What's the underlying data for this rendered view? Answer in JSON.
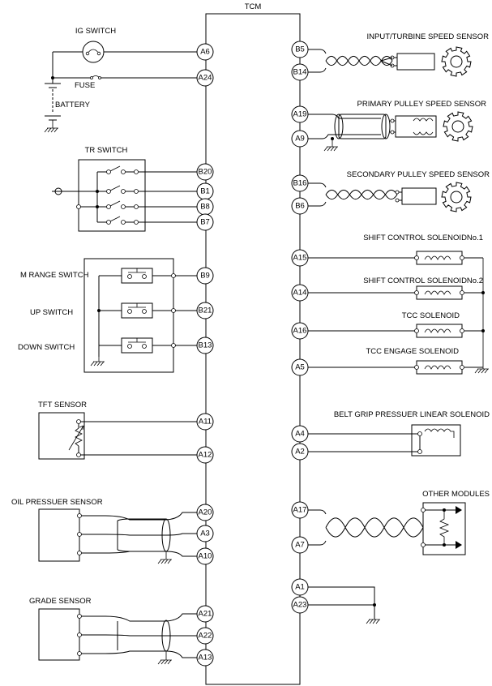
{
  "tcm": {
    "label": "TCM"
  },
  "left": {
    "ig_switch": "IG SWITCH",
    "fuse": "FUSE",
    "battery": "BATTERY",
    "tr_switch": "TR SWITCH",
    "m_range_switch": "M RANGE SWITCH",
    "up_switch": "UP SWITCH",
    "down_switch": "DOWN SWITCH",
    "tft_sensor": "TFT SENSOR",
    "oil_pressure_sensor": "OIL PRESSUER SENSOR",
    "grade_sensor": "GRADE SENSOR"
  },
  "right": {
    "input_turbine_sensor": "INPUT/TURBINE SPEED SENSOR",
    "primary_pulley_sensor": "PRIMARY PULLEY SPEED SENSOR",
    "secondary_pulley_sensor": "SECONDARY PULLEY SPEED SENSOR",
    "shift_solenoid_1": "SHIFT CONTROL SOLENOIDNo.1",
    "shift_solenoid_2": "SHIFT CONTROL SOLENOIDNo.2",
    "tcc_solenoid": "TCC SOLENOID",
    "tcc_engage_solenoid": "TCC ENGAGE SOLENOID",
    "belt_grip_solenoid": "BELT GRIP PRESSUER LINEAR SOLENOID",
    "other_modules": "OTHER MODULES"
  },
  "pins_left": [
    "A6",
    "A24",
    "B20",
    "B1",
    "B8",
    "B7",
    "B9",
    "B21",
    "B13",
    "A11",
    "A12",
    "A20",
    "A3",
    "A10",
    "A21",
    "A22",
    "A13"
  ],
  "pins_right": [
    "B5",
    "B14",
    "A19",
    "A9",
    "B16",
    "B6",
    "A15",
    "A14",
    "A16",
    "A5",
    "A4",
    "A2",
    "A17",
    "A7",
    "A1",
    "A23"
  ]
}
